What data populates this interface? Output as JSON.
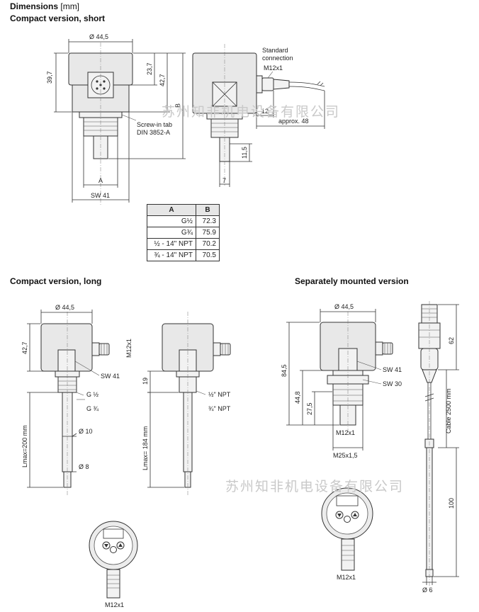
{
  "headings": {
    "dimensions": "Dimensions",
    "dimensions_unit": "[mm]",
    "compact_short": "Compact version, short",
    "compact_long": "Compact version, long",
    "separate": "Separately mounted version"
  },
  "short_version": {
    "dia_top": "Ø 44,5",
    "d_39_7": "39,7",
    "d_23_7": "23,7",
    "d_42_7": "42,7",
    "d_B": "B",
    "screw_tab_1": "Screw-in tab",
    "screw_tab_2": "DIN 3852-A",
    "d_A": "A",
    "sw": "SW 41",
    "std_conn_1": "Standard",
    "std_conn_2": "connection",
    "m12": "M12x1",
    "d_12": "12",
    "approx": "approx. 48",
    "d_11_5": "11,5",
    "d_7": "7"
  },
  "thread_table": {
    "headers": [
      "A",
      "B"
    ],
    "rows": [
      {
        "a": "G½",
        "b": "72.3"
      },
      {
        "a": "G¾",
        "b": "75.9"
      },
      {
        "a": "½ - 14\" NPT",
        "b": "70.2"
      },
      {
        "a": "¾ - 14\" NPT",
        "b": "70.5"
      }
    ]
  },
  "long_version": {
    "dia_top": "Ø 44,5",
    "d_42_7": "42,7",
    "m12": "M12x1",
    "sw": "SW 41",
    "g_half": "G ½",
    "g_three_quarter": "G ¾",
    "lmax_200": "Lmax=200 mm",
    "dia_10": "Ø 10",
    "dia_8": "Ø 8",
    "d_19": "19",
    "npt_half": "½\" NPT",
    "npt_three_quarter": "¾\" NPT",
    "lmax_184": "Lmax= 184 mm",
    "m12_bottom": "M12x1"
  },
  "separate_version": {
    "dia_top": "Ø 44,5",
    "d_84_5": "84,5",
    "d_44_8": "44,8",
    "d_27_5": "27,5",
    "sw41": "SW 41",
    "sw30": "SW 30",
    "m12": "M12x1",
    "m25": "M25x1,5",
    "d_62": "62",
    "cable": "Cable 2500 mm",
    "d_100": "100",
    "dia_6": "Ø 6",
    "m12_bottom": "M12x1"
  },
  "watermark": "苏州知非机电设备有限公司"
}
